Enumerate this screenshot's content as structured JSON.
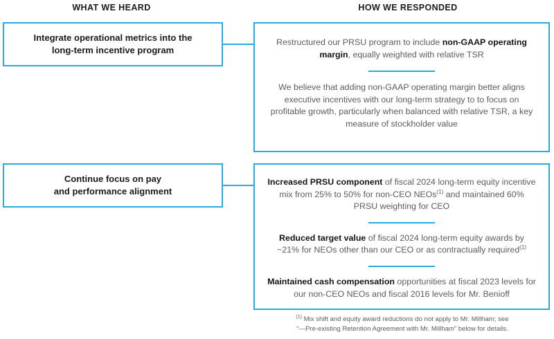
{
  "accent_color": "#29abe2",
  "text_color": "#5b5c5e",
  "heading_color": "#1a1a1a",
  "columns": {
    "left_header": "WHAT WE HEARD",
    "right_header": "HOW WE RESPONDED"
  },
  "rows": [
    {
      "heard": {
        "line1": "Integrate operational metrics into the",
        "line2": "long-term incentive program"
      },
      "responded": [
        {
          "segments": [
            {
              "text": "Restructured our PRSU program to include ",
              "bold": false
            },
            {
              "text": "non-GAAP operating margin",
              "bold": true
            },
            {
              "text": ", equally weighted with relative TSR",
              "bold": false
            }
          ]
        },
        {
          "segments": [
            {
              "text": "We believe that adding non-GAAP operating margin better aligns executive incentives with our long-term strategy to to focus on profitable growth, particularly when balanced with relative TSR, a key measure of stockholder value",
              "bold": false
            }
          ]
        }
      ]
    },
    {
      "heard": {
        "line1": "Continue focus on pay",
        "line2": "and performance alignment"
      },
      "responded": [
        {
          "segments": [
            {
              "text": "Increased PRSU component",
              "bold": true
            },
            {
              "text": " of fiscal 2024 long-term equity incentive mix from 25% to 50% for non-CEO NEOs",
              "bold": false
            },
            {
              "text": "(1)",
              "sup": true
            },
            {
              "text": " and maintained 60% PRSU weighting for CEO",
              "bold": false
            }
          ]
        },
        {
          "segments": [
            {
              "text": "Reduced target value",
              "bold": true
            },
            {
              "text": " of fiscal 2024 long-term equity awards by ~21% for NEOs other than our CEO or as contractually required",
              "bold": false
            },
            {
              "text": "(1)",
              "sup": true
            }
          ]
        },
        {
          "segments": [
            {
              "text": "Maintained cash compensation",
              "bold": true
            },
            {
              "text": " opportunities at fiscal 2023 levels for our non-CEO NEOs and fiscal 2016 levels for Mr. Benioff",
              "bold": false
            }
          ]
        }
      ]
    }
  ],
  "footnote": {
    "marker": "(1)",
    "line1": " Mix shift and equity award reductions do not apply to Mr. Millham; see",
    "line2": "“—Pre-existing Retention Agreement with Mr. Millham” below for details."
  }
}
